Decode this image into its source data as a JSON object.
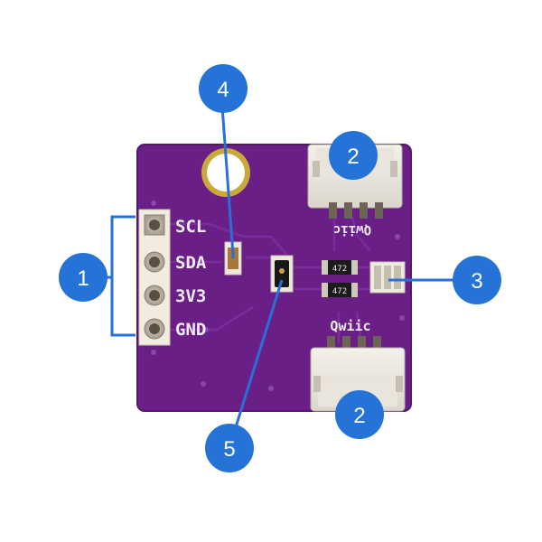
{
  "pins": [
    {
      "label": "SCL"
    },
    {
      "label": "SDA"
    },
    {
      "label": "3V3"
    },
    {
      "label": "GND"
    }
  ],
  "connector_labels": {
    "top": "Qwiic",
    "bottom": "Qwiic"
  },
  "resistor_codes": {
    "upper": "472",
    "lower": "472"
  },
  "callouts": {
    "pin_header": "1",
    "qwiic_top": "2",
    "qwiic_bottom": "2",
    "jumper": "3",
    "led": "4",
    "sensor": "5"
  },
  "colors": {
    "board": "#6a1f86",
    "callout": "#2673d8",
    "pin_bracket": "#2a6fd6"
  }
}
